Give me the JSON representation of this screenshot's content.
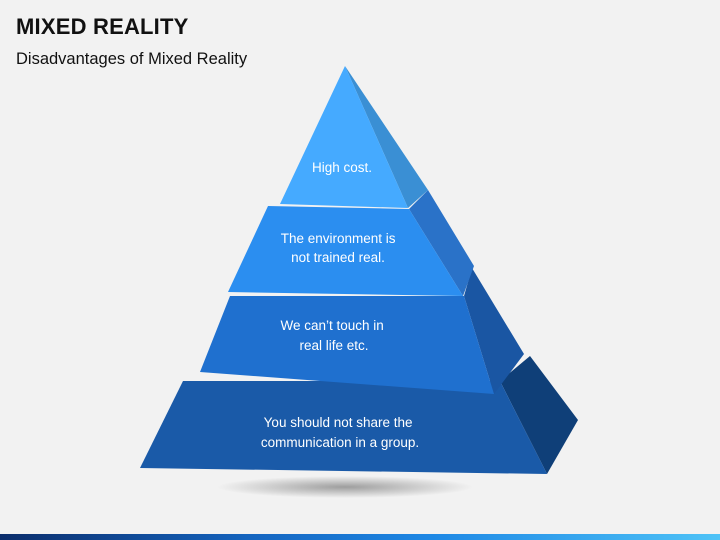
{
  "slide": {
    "title": "MIXED REALITY",
    "subtitle": "Disadvantages of Mixed Reality"
  },
  "pyramid": {
    "tiers": [
      {
        "lines": [
          "High cost."
        ]
      },
      {
        "lines": [
          "The environment is",
          "not trained real."
        ]
      },
      {
        "lines": [
          "We can’t touch in",
          "real life etc."
        ]
      },
      {
        "lines": [
          "You should not share the",
          "communication in a group."
        ]
      }
    ]
  },
  "colors": {
    "tier1_front": "#45aaff",
    "tier1_side": "#3a8fd4",
    "tier2_front": "#2b8ef0",
    "tier2_side": "#2a72c8",
    "tier3_front": "#1f70cf",
    "tier3_side": "#1a56a3",
    "tier4_front": "#1a5aa8",
    "tier4_side": "#0f3f78"
  }
}
